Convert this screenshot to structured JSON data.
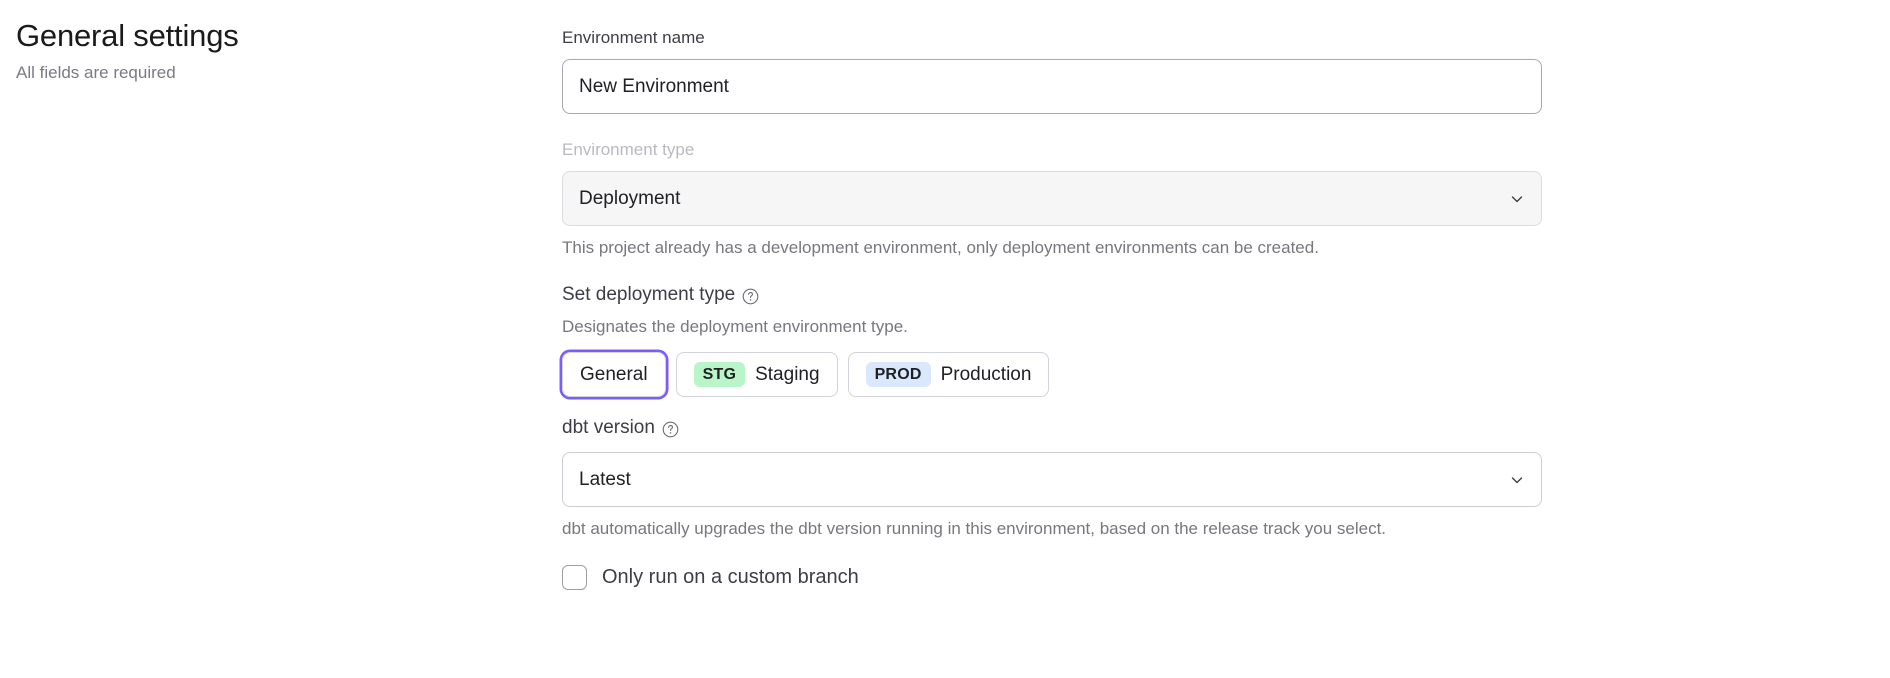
{
  "header": {
    "title": "General settings",
    "subtitle": "All fields are required"
  },
  "form": {
    "environment_name": {
      "label": "Environment name",
      "value": "New Environment",
      "placeholder": "Environment name"
    },
    "environment_type": {
      "label": "Environment type",
      "value": "Deployment",
      "disabled": true,
      "chevron_icon": "chevron-down-icon",
      "helper": "This project already has a development environment, only deployment environments can be created."
    },
    "deployment_type": {
      "label": "Set deployment type",
      "help_icon": "question-circle-icon",
      "description": "Designates the deployment environment type.",
      "options": [
        {
          "label": "General",
          "badge": "",
          "badge_color": "",
          "selected": true
        },
        {
          "label": "Staging",
          "badge": "STG",
          "badge_color": "#b9f5c8",
          "selected": false
        },
        {
          "label": "Production",
          "badge": "PROD",
          "badge_color": "#d9e8fd",
          "selected": false
        }
      ]
    },
    "dbt_version": {
      "label": "dbt version",
      "help_icon": "question-circle-icon",
      "value": "Latest",
      "chevron_icon": "chevron-down-icon",
      "helper": "dbt automatically upgrades the dbt version running in this environment, based on the release track you select."
    },
    "custom_branch": {
      "label": "Only run on a custom branch",
      "checked": false
    }
  },
  "colors": {
    "focus_ring": "#7c5cff",
    "staging_badge": "#b9f5c8",
    "production_badge": "#d9e8fd",
    "text_primary": "#1f1f24",
    "text_muted": "#77777f",
    "text_disabled": "#b9b9c2"
  }
}
